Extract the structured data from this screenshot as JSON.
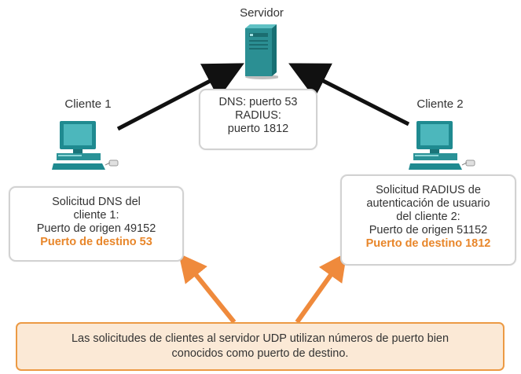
{
  "server": {
    "label": "Servidor",
    "ports_box": [
      "DNS: puerto 53",
      "RADIUS:",
      "puerto 1812"
    ]
  },
  "client1": {
    "label": "Cliente 1",
    "request_lines": [
      "Solicitud DNS del",
      "cliente 1:",
      "Puerto de origen 49152"
    ],
    "dest_port": "Puerto de destino 53"
  },
  "client2": {
    "label": "Cliente 2",
    "request_lines": [
      "Solicitud RADIUS de",
      "autenticación de usuario",
      "del cliente 2:",
      "Puerto de origen 51152"
    ],
    "dest_port": "Puerto de destino 1812"
  },
  "note": {
    "lines": [
      "Las solicitudes de clientes al servidor UDP utilizan números de puerto bien",
      "conocidos como puerto de destino."
    ]
  },
  "colors": {
    "accent": "#e8862a",
    "note_bg": "#fbe9d6",
    "note_border": "#ec9a44",
    "computer": "#1f8a90",
    "server": "#2b8f93",
    "box_border": "#d2d2d2"
  }
}
